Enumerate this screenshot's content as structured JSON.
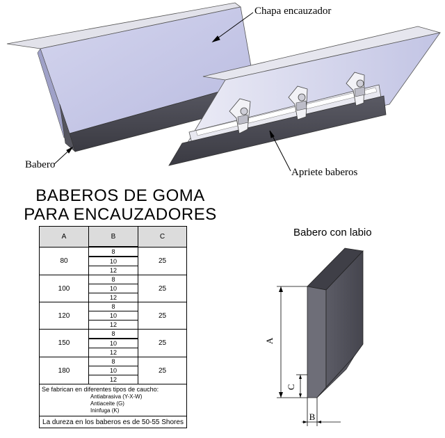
{
  "callouts": {
    "chapa": "Chapa encauzador",
    "babero": "Babero",
    "apriete": "Apriete baberos"
  },
  "title": {
    "line1": "BABEROS DE GOMA",
    "line2": "PARA ENCAUZADORES"
  },
  "table": {
    "headers": [
      "A",
      "B",
      "C"
    ],
    "groups": [
      {
        "a": "80",
        "b": [
          "8",
          "10",
          "12"
        ],
        "c": "25"
      },
      {
        "a": "100",
        "b": [
          "8",
          "10",
          "12"
        ],
        "c": "25"
      },
      {
        "a": "120",
        "b": [
          "8",
          "10",
          "12"
        ],
        "c": "25"
      },
      {
        "a": "150",
        "b": [
          "8",
          "10",
          "12"
        ],
        "c": "25"
      },
      {
        "a": "180",
        "b": [
          "8",
          "10",
          "12"
        ],
        "c": "25"
      }
    ],
    "notes_heading": "Se fabrican en diferentes tipos de caucho:",
    "rubber_types": [
      "Antiabrasiva  (Y-X-W)",
      "Antiaceite  (G)",
      "Ininfuga  (K)"
    ],
    "hardness_note": "La dureza en los baberos es de 50-55 Shores"
  },
  "detail": {
    "title": "Babero con labio",
    "dim_a": "A",
    "dim_b": "B",
    "dim_c": "C"
  },
  "colors": {
    "plate": "#c8c9e6",
    "plate_top": "#e3e3ee",
    "rubber": "#4b4b55",
    "rubber_side": "#6a6a74",
    "header_bg": "#dcdcdc"
  }
}
